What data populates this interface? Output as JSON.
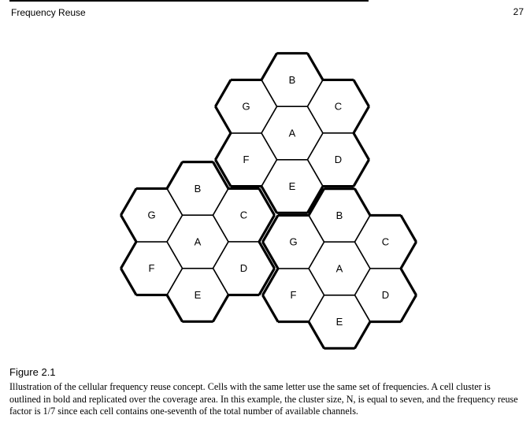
{
  "header": {
    "running_head": "Frequency Reuse",
    "page_number": "27"
  },
  "figure": {
    "label": "Figure 2.1",
    "caption": "Illustration of the cellular frequency reuse concept. Cells with the same letter use the same set of frequencies. A cell cluster is outlined in bold and replicated over the coverage area. In this example, the cluster size, N, is equal to seven, and the frequency reuse factor is 1/7 since each cell contains one-seventh of the total number of available channels.",
    "clusters": [
      {
        "name": "top",
        "cells": [
          "A",
          "B",
          "C",
          "D",
          "E",
          "F",
          "G"
        ]
      },
      {
        "name": "left",
        "cells": [
          "A",
          "B",
          "C",
          "D",
          "E",
          "F",
          "G"
        ]
      },
      {
        "name": "right",
        "cells": [
          "A",
          "B",
          "C",
          "D",
          "E",
          "F",
          "G"
        ]
      }
    ]
  }
}
